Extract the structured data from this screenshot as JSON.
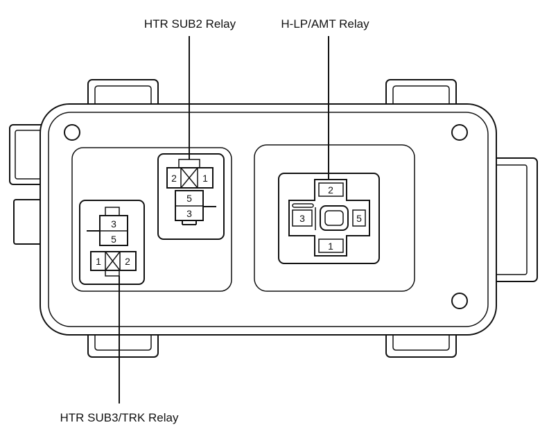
{
  "labels": {
    "htr_sub2": "HTR SUB2 Relay",
    "hlp_amt": "H-LP/AMT Relay",
    "htr_sub3_trk": "HTR SUB3/TRK Relay"
  },
  "htr_sub2_pins": {
    "top_left": "2",
    "top_right": "1",
    "middle": "5",
    "bottom": "3"
  },
  "htr_sub3_pins": {
    "top": "3",
    "middle": "5",
    "bottom_left": "1",
    "bottom_right": "2"
  },
  "hlp_amt_pins": {
    "top": "2",
    "left": "3",
    "right": "5",
    "bottom": "1"
  },
  "colors": {
    "line": "#111111",
    "background": "#ffffff"
  }
}
